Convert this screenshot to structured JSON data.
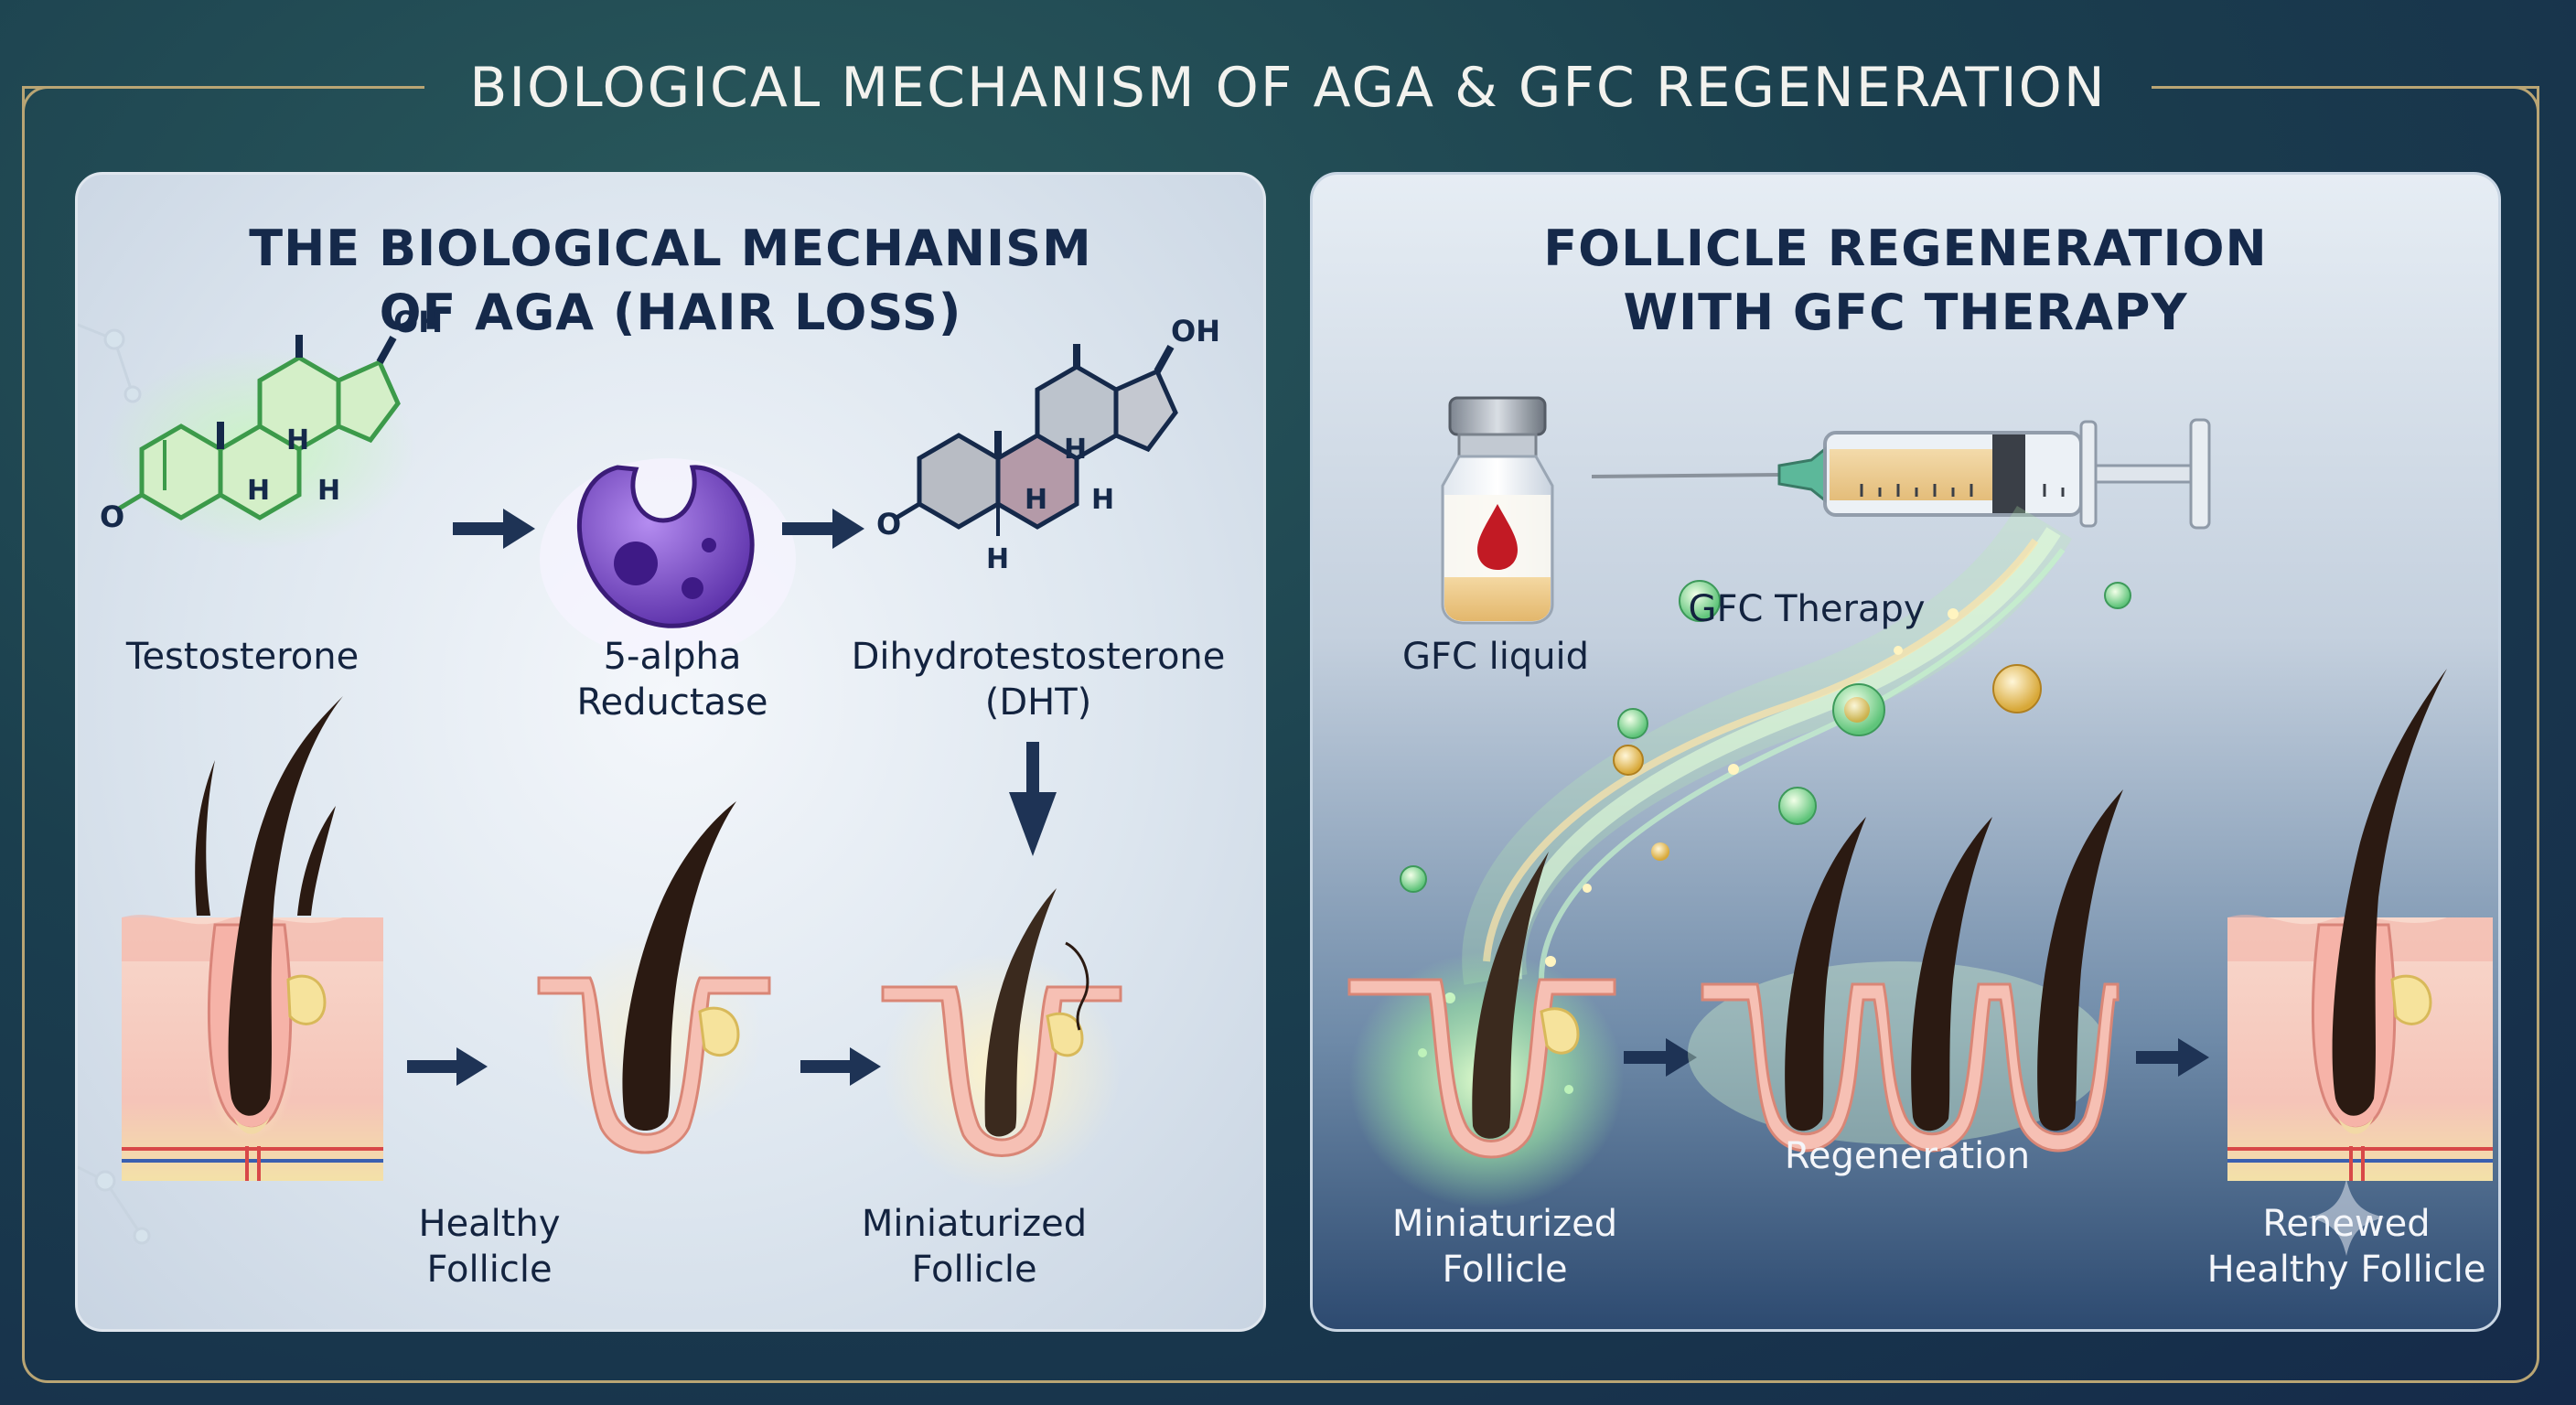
{
  "main_title": "BIOLOGICAL MECHANISM OF AGA & GFC REGENERATION",
  "left_panel": {
    "title_line1": "THE BIOLOGICAL MECHANISM",
    "title_line2": "OF AGA (HAIR LOSS)",
    "testosterone_label": "Testosterone",
    "reductase_line1": "5-alpha",
    "reductase_line2": "Reductase",
    "dht_line1": "Dihydrotestosterone",
    "dht_line2": "(DHT)",
    "healthy_line1": "Healthy",
    "healthy_line2": "Follicle",
    "mini_line1": "Miniaturized",
    "mini_line2": "Follicle",
    "atom_oh": "OH",
    "atom_o": "O",
    "atom_h": "H"
  },
  "right_panel": {
    "title_line1": "FOLLICLE REGENERATION",
    "title_line2": "WITH GFC THERAPY",
    "gfc_liquid_label": "GFC liquid",
    "gfc_therapy_label": "GFC Therapy",
    "mini_line1": "Miniaturized",
    "mini_line2": "Follicle",
    "regeneration_label": "Regeneration",
    "renewed_line1": "Renewed",
    "renewed_line2": "Healthy Follicle"
  },
  "colors": {
    "frame_gold": "#b9a574",
    "navy_text": "#15294a",
    "arrow_navy": "#1e3355",
    "testosterone_green": "#3c9a4a",
    "enzyme_purple": "#7a4bc4",
    "hair_dark": "#2b1a12",
    "skin_pink": "#f6c9bf",
    "glow_green": "#8fe3a8"
  }
}
